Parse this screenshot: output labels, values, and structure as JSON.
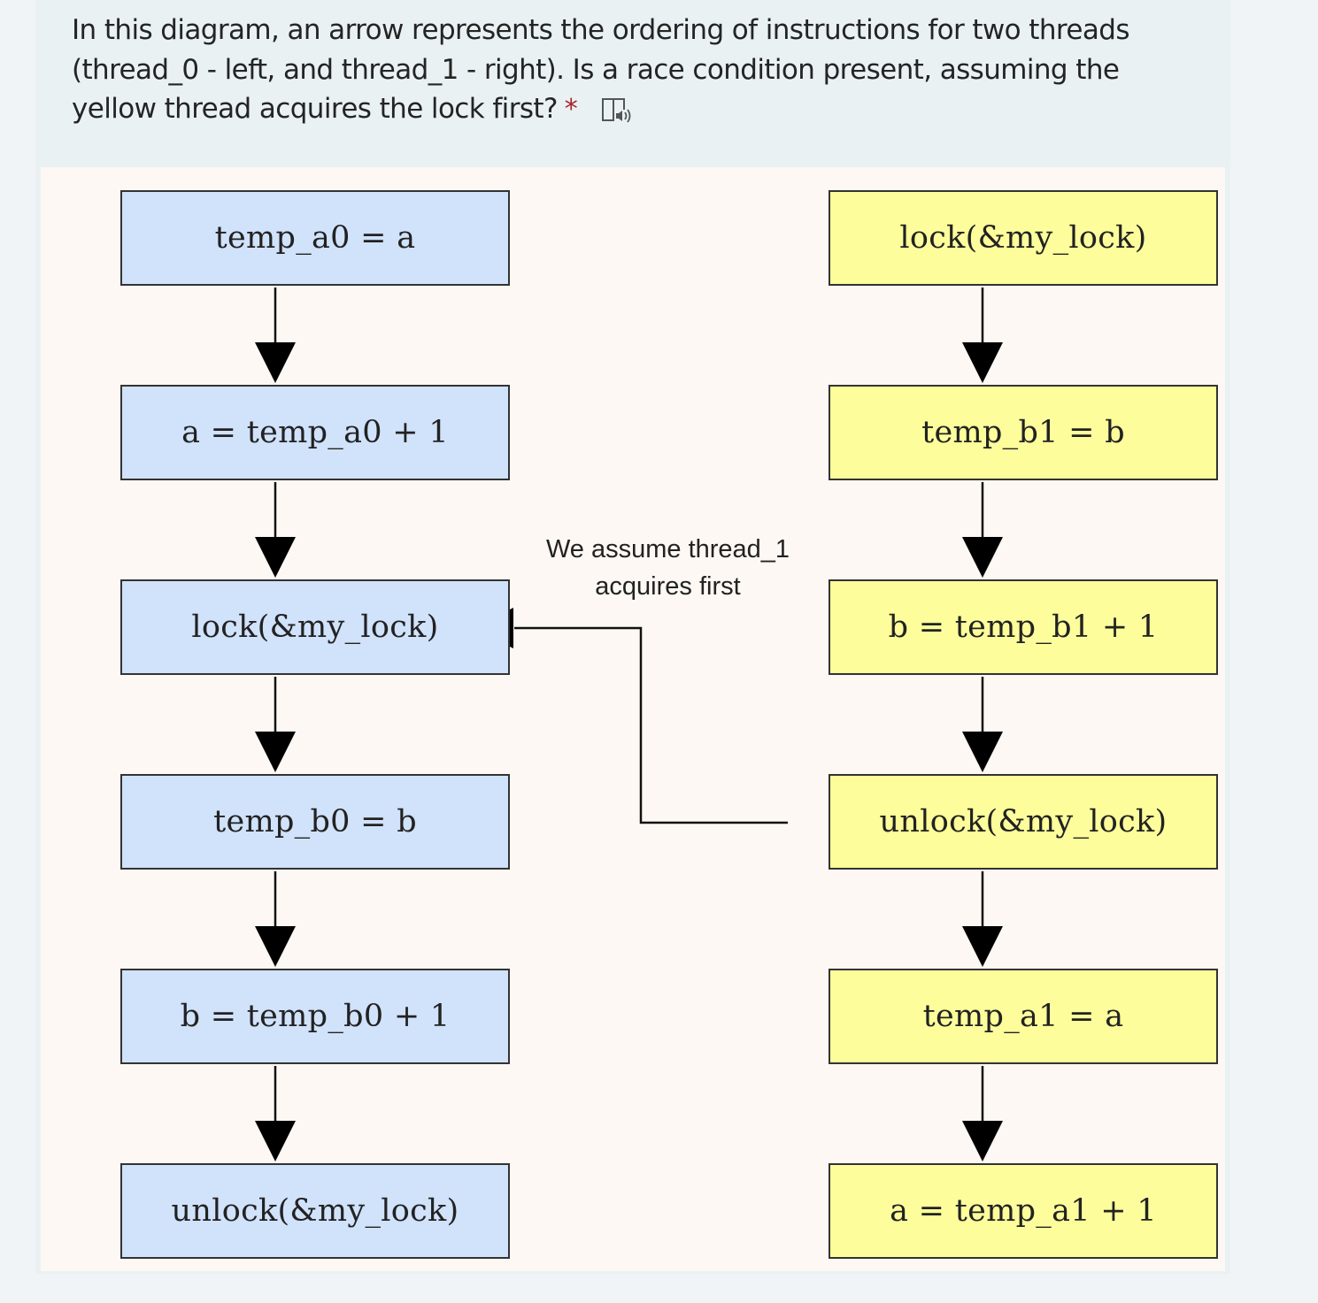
{
  "question": {
    "text": "In this diagram, an arrow represents the ordering of instructions for two threads (thread_0 - left, and thread_1 - right). Is a race condition present, assuming the yellow thread acquires the lock first?",
    "required_marker": "*",
    "reader_icon": "immersive-reader-icon"
  },
  "diagram": {
    "thread_0": [
      "temp_a0 = a",
      "a = temp_a0 + 1",
      "lock(&my_lock)",
      "temp_b0 = b",
      "b = temp_b0 + 1",
      "unlock(&my_lock)"
    ],
    "thread_1": [
      "lock(&my_lock)",
      "temp_b1 = b",
      "b = temp_b1 + 1",
      "unlock(&my_lock)",
      "temp_a1 = a",
      "a = temp_a1 + 1"
    ],
    "note_line1": "We assume thread_1",
    "note_line2": "acquires first",
    "colors": {
      "thread_0_fill": "#d1e2fb",
      "thread_1_fill": "#fdfe9b",
      "background": "#fdf8f3"
    }
  }
}
